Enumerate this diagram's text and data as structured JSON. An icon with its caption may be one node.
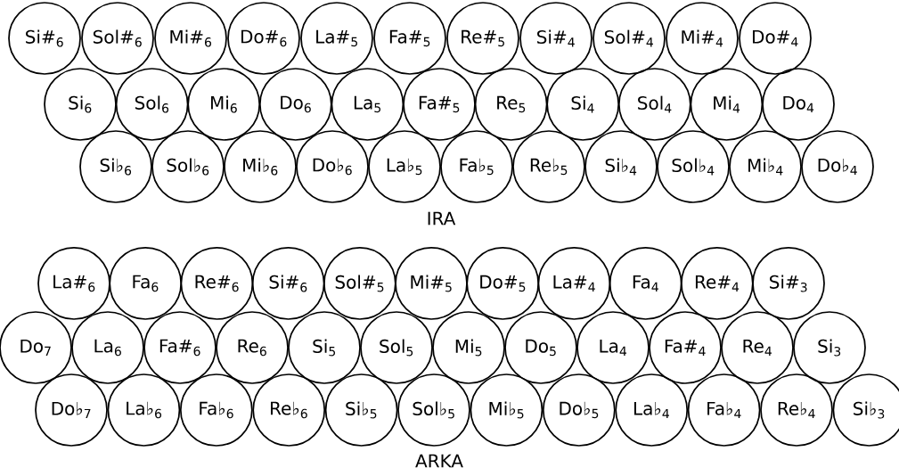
{
  "diagram": {
    "nodes": [
      {
        "text": [
          "Si#$_{6}$"
        ]
      },
      {
        "text": [
          "Sol#$_{6}$"
        ]
      },
      {
        "text": [
          "Mi#$_{6}$"
        ]
      },
      {
        "text": [
          "Do#$_{6}$"
        ]
      },
      {
        "text": [
          "La#$_{5}$"
        ]
      },
      {
        "text": [
          "Fa#$_{5}$"
        ]
      },
      {
        "text": [
          "Re#$_{5}$"
        ]
      },
      {
        "text": [
          "Si#$_{4}$"
        ]
      },
      {
        "text": [
          "Sol#$_{4}$"
        ]
      },
      {
        "text": [
          "Mi#$_{4}$"
        ]
      },
      {
        "text": [
          "Do#$_{4}$"
        ]
      },
      {
        "text": [
          "Si$_{6}$"
        ]
      },
      {
        "text": [
          "Sol$_{6}$"
        ]
      },
      {
        "text": [
          "Mi$_{6}$"
        ]
      },
      {
        "text": [
          "Do$_{6}$"
        ]
      },
      {
        "text": [
          "La$_{5}$"
        ]
      },
      {
        "text": [
          "Fa#$_{5}$"
        ]
      },
      {
        "text": [
          "Re$_{5}$"
        ]
      },
      {
        "text": [
          "Si$_{4}$"
        ]
      },
      {
        "text": [
          "Sol$_{4}$"
        ]
      },
      {
        "text": [
          "Mi$_{4}$"
        ]
      },
      {
        "text": [
          "Do$_{4}$"
        ]
      },
      {
        "text": [
          "Si♭$_{6}$"
        ]
      },
      {
        "text": [
          "Sol♭$_{6}$"
        ]
      },
      {
        "text": [
          "Mi♭$_{6}$"
        ]
      },
      {
        "text": [
          "Do♭$_{6}$"
        ]
      },
      {
        "text": [
          "La♭$_{5}$"
        ]
      },
      {
        "text": [
          "Fa♭$_{5}$"
        ]
      },
      {
        "text": [
          "Re♭$_{5}$"
        ]
      },
      {
        "text": [
          "Si♭$_{4}$"
        ]
      },
      {
        "text": [
          "Sol♭$_{4}$"
        ]
      },
      {
        "text": [
          "Mi♭$_{4}$"
        ]
      },
      {
        "text": [
          "Do♭$_{4}$"
        ]
      },
      {
        "text": [
          "La#$_{6}$"
        ]
      },
      {
        "text": [
          "Fa$_{6}$"
        ]
      },
      {
        "text": [
          "Re#$_{6}$"
        ]
      },
      {
        "text": [
          "Si#$_{6}$"
        ]
      },
      {
        "text": [
          "Sol#$_{5}$"
        ]
      },
      {
        "text": [
          "Mi#$_{5}$"
        ]
      },
      {
        "text": [
          "Do#$_{5}$"
        ]
      },
      {
        "text": [
          "La#$_{4}$"
        ]
      },
      {
        "text": [
          "Fa$_{4}$"
        ]
      },
      {
        "text": [
          "Re#$_{4}$"
        ]
      },
      {
        "text": [
          "Si#$_{3}$"
        ]
      },
      {
        "text": [
          "Do$_{7}$"
        ]
      },
      {
        "text": [
          "La$_{6}$"
        ]
      },
      {
        "text": [
          "Fa#$_{6}$"
        ]
      },
      {
        "text": [
          "Re$_{6}$"
        ]
      },
      {
        "text": [
          "Si$_{5}$"
        ]
      },
      {
        "text": [
          "Sol$_{5}$"
        ]
      },
      {
        "text": [
          "Mi$_{5}$"
        ]
      },
      {
        "text": [
          "Do$_{5}$"
        ]
      },
      {
        "text": [
          "La$_{4}$"
        ]
      },
      {
        "text": [
          "Fa#$_{4}$"
        ]
      },
      {
        "text": [
          "Re$_{4}$"
        ]
      },
      {
        "text": [
          "Si$_{3}$"
        ]
      },
      {
        "text": [
          "Do♭$_{7}$"
        ]
      },
      {
        "text": [
          "La♭$_{6}$"
        ]
      },
      {
        "text": [
          "Fa♭$_{6}$"
        ]
      },
      {
        "text": [
          "Re♭$_{6}$"
        ]
      },
      {
        "text": [
          "Si♭$_{5}$"
        ]
      },
      {
        "text": [
          "Sol♭$_{5}$"
        ]
      },
      {
        "text": [
          "Mi♭$_{5}$"
        ]
      },
      {
        "text": [
          "Do♭$_{5}$"
        ]
      },
      {
        "text": [
          "La♭$_{4}$"
        ]
      },
      {
        "text": [
          "Fa♭$_{4}$"
        ]
      },
      {
        "text": [
          "Re♭$_{4}$"
        ]
      },
      {
        "text": [
          "Si♭$_{3}$"
        ]
      }
    ],
    "labels": [
      "IRA",
      "ARKA"
    ]
  }
}
